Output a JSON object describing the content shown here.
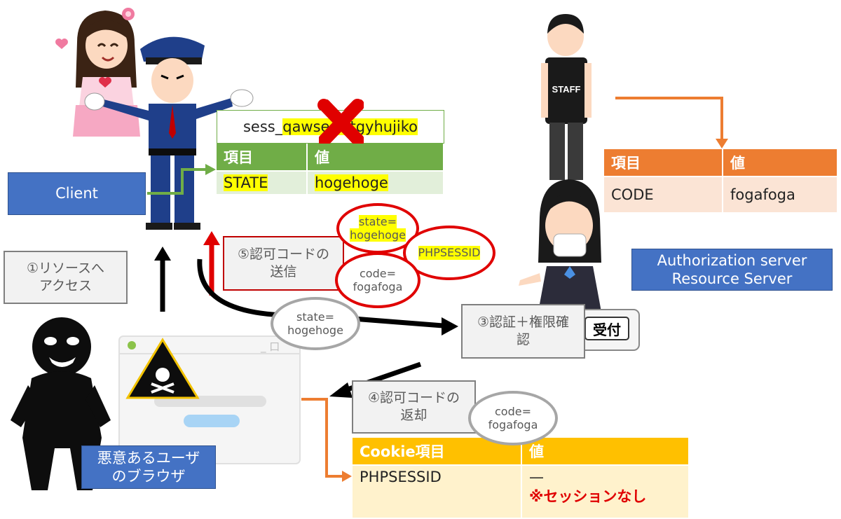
{
  "client": {
    "label": "Client"
  },
  "auth_server": {
    "line1": "Authorization server",
    "line2": "Resource Server"
  },
  "malicious": {
    "line1": "悪意あるユーザ",
    "line2": "のブラウザ"
  },
  "steps": {
    "s1": {
      "line1": "①リソースへ",
      "line2": "アクセス"
    },
    "s3": {
      "line1": "③認証＋権限確",
      "line2": "認"
    },
    "s4": {
      "line1": "④認可コードの",
      "line2": "返却"
    },
    "s5": {
      "line1": "⑤認可コードの",
      "line2": "送信"
    }
  },
  "session": {
    "prefix": "sess_",
    "highlight": "qawsedrftgyhujiko"
  },
  "client_table": {
    "headers": [
      "項目",
      "値"
    ],
    "rows": [
      [
        "STATE",
        "hogehoge"
      ]
    ]
  },
  "auth_table": {
    "headers": [
      "項目",
      "値"
    ],
    "rows": [
      [
        "CODE",
        "fogafoga"
      ]
    ]
  },
  "cookie_table": {
    "headers": [
      "Cookie項目",
      "値"
    ],
    "rows": [
      [
        "PHPSESSID",
        "—",
        "※セッションなし"
      ]
    ]
  },
  "bubbles": {
    "state_top": {
      "line1": "state=",
      "line2": "hogehoge"
    },
    "phpsessid": {
      "text": "PHPSESSID"
    },
    "code_top": {
      "line1": "code=",
      "line2": "fogafoga"
    },
    "state_mid": {
      "line1": "state=",
      "line2": "hogehoge"
    },
    "code_bottom": {
      "line1": "code=",
      "line2": "fogafoga"
    }
  },
  "staff_shirt": "STAFF",
  "reception_sign": "受付",
  "browser_min": "_ 口",
  "colors": {
    "blue": "#4472c4",
    "green": "#70ad47",
    "orange": "#ed7d31",
    "yellow": "#ffc000",
    "red": "#e00000"
  }
}
